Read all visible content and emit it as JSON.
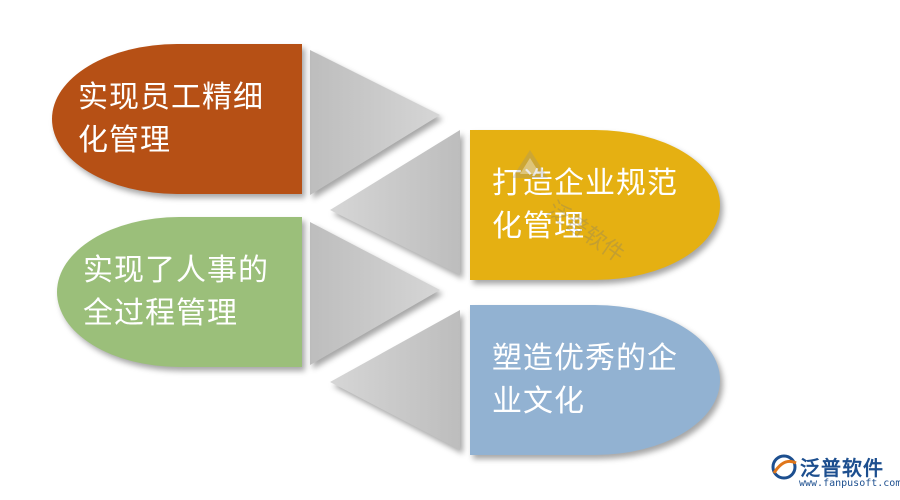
{
  "blocks": [
    {
      "text": "实现员工精细化管理",
      "color": "#b65015"
    },
    {
      "text": "实现了人事的全过程管理",
      "color": "#9bbf7a"
    },
    {
      "text": "打造企业规范化管理",
      "color": "#e5b012"
    },
    {
      "text": "塑造优秀的企业文化",
      "color": "#92b2d2"
    }
  ],
  "watermark": {
    "text": "泛普软件",
    "icon": "pyramid-logo-icon"
  },
  "logo": {
    "name": "泛普软件",
    "url": "www.fanpusoft.com",
    "icon": "fanpu-logo-icon"
  },
  "colors": {
    "arrow": "#c8c8c8",
    "arrow_dark": "#b4b4b4"
  }
}
